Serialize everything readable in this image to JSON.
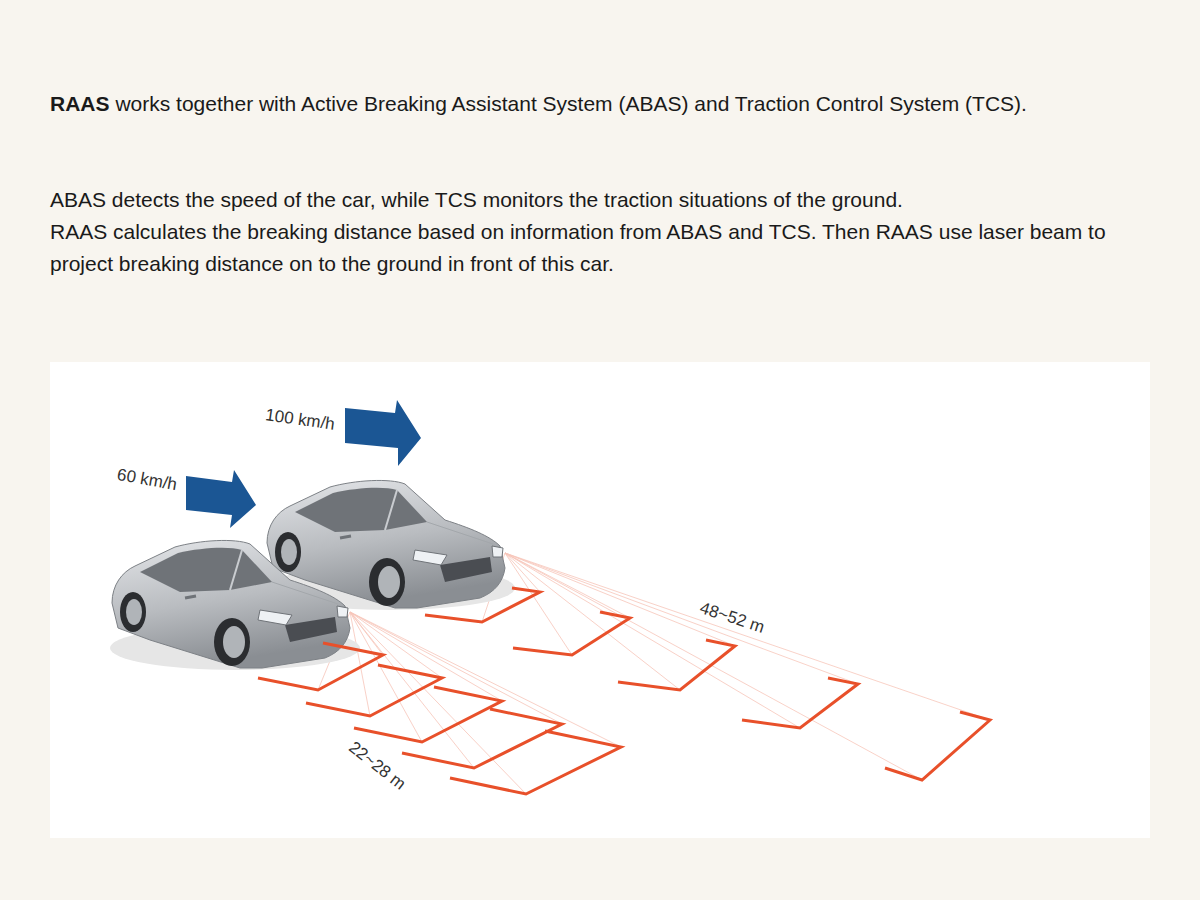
{
  "diagram": {
    "labels": [
      "RAAS",
      "works together with Active Breaking Assistant System (ABAS) and Traction Control System (TCS).",
      "ABAS detects the speed of the car, while TCS monitors the traction situations of the ground.",
      "RAAS calculates the breaking distance based on information from ABAS and TCS. Then RAAS use laser beam to project breaking distance on to the ground in front of this car.",
      "100 km/h",
      "60 km/h",
      "48~52 m",
      "22~28 m"
    ]
  }
}
